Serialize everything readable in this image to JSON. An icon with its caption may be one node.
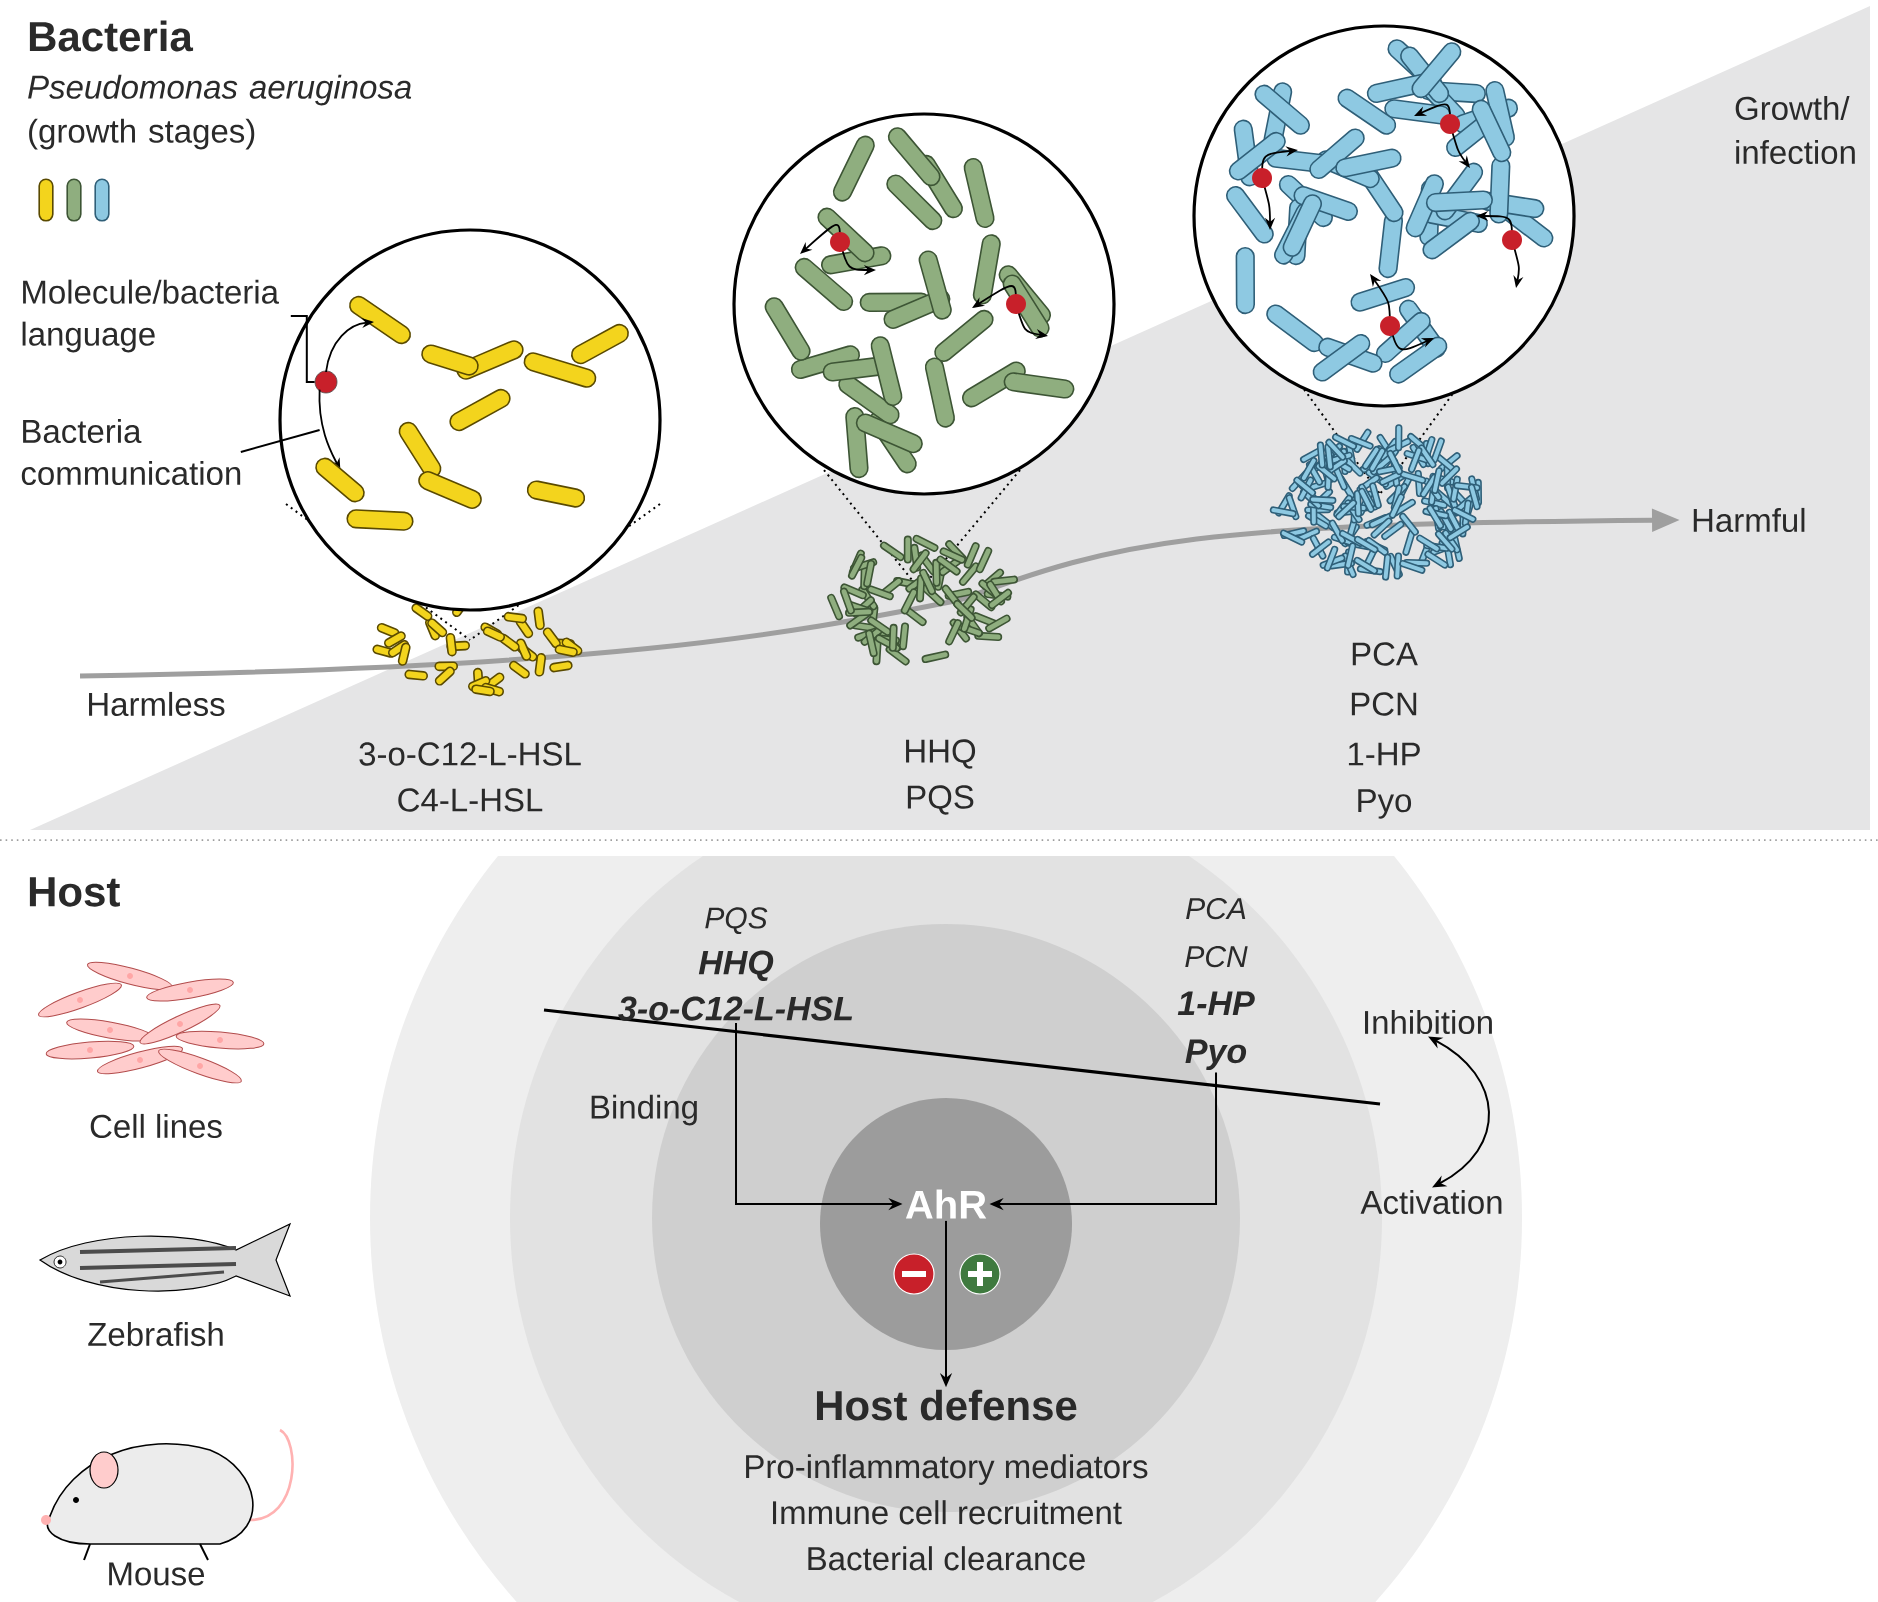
{
  "diagram": {
    "nodes": [
      {
        "text": [
          "Molecule/bacteria language"
        ]
      },
      {
        "text": [
          "Bacteria communication"
        ]
      },
      {
        "text": [],
        "shape": "circle"
      },
      {
        "text": [],
        "shape": "circle",
        "in": 2
      },
      {
        "text": [],
        "shape": "circle"
      },
      {
        "text": [],
        "shape": "circle"
      },
      {
        "text": [
          "PQS",
          "HHQ",
          "3-o-C12-L-HSL"
        ]
      },
      {
        "text": [
          "PCA",
          "PCN",
          "1-HP",
          "Pyo"
        ]
      },
      {
        "text": [
          "Inhibition"
        ]
      },
      {
        "text": [
          "Activation"
        ]
      },
      {
        "text": [
          "AhR"
        ]
      },
      {
        "text": [
          "Host defense",
          "Pro-inflammatory mediators",
          "Immune cell recruitment",
          "Bacterial clearance"
        ]
      },
      {
        "text": [],
        "shape": "arrow",
        "in": 2
      }
    ],
    "edges": [
      {
        "from": 0,
        "to": 3,
        "arrow": "none"
      },
      {
        "from": 1,
        "to": 12,
        "arrow": "none"
      },
      {
        "from": 6,
        "to": 10,
        "arrow": "to",
        "label": "Binding"
      },
      {
        "from": 7,
        "to": 10,
        "arrow": "to"
      },
      {
        "from": 10,
        "to": 11,
        "arrow": "to"
      },
      {
        "from": 8,
        "to": 9,
        "arrow": "both"
      }
    ],
    "labels": [
      "Bacteria",
      "*Pseudomonas aeruginosa* (growth stages)",
      "Growth/ infection",
      "Harmless",
      "Harmful",
      "3-o-C12-L-HSL",
      "C4-L-HSL",
      "HHQ",
      "PQS",
      "PCA",
      "PCN",
      "1-HP",
      "Pyo",
      "Host",
      "Cell lines",
      "Zebrafish",
      "Mouse"
    ]
  }
}
